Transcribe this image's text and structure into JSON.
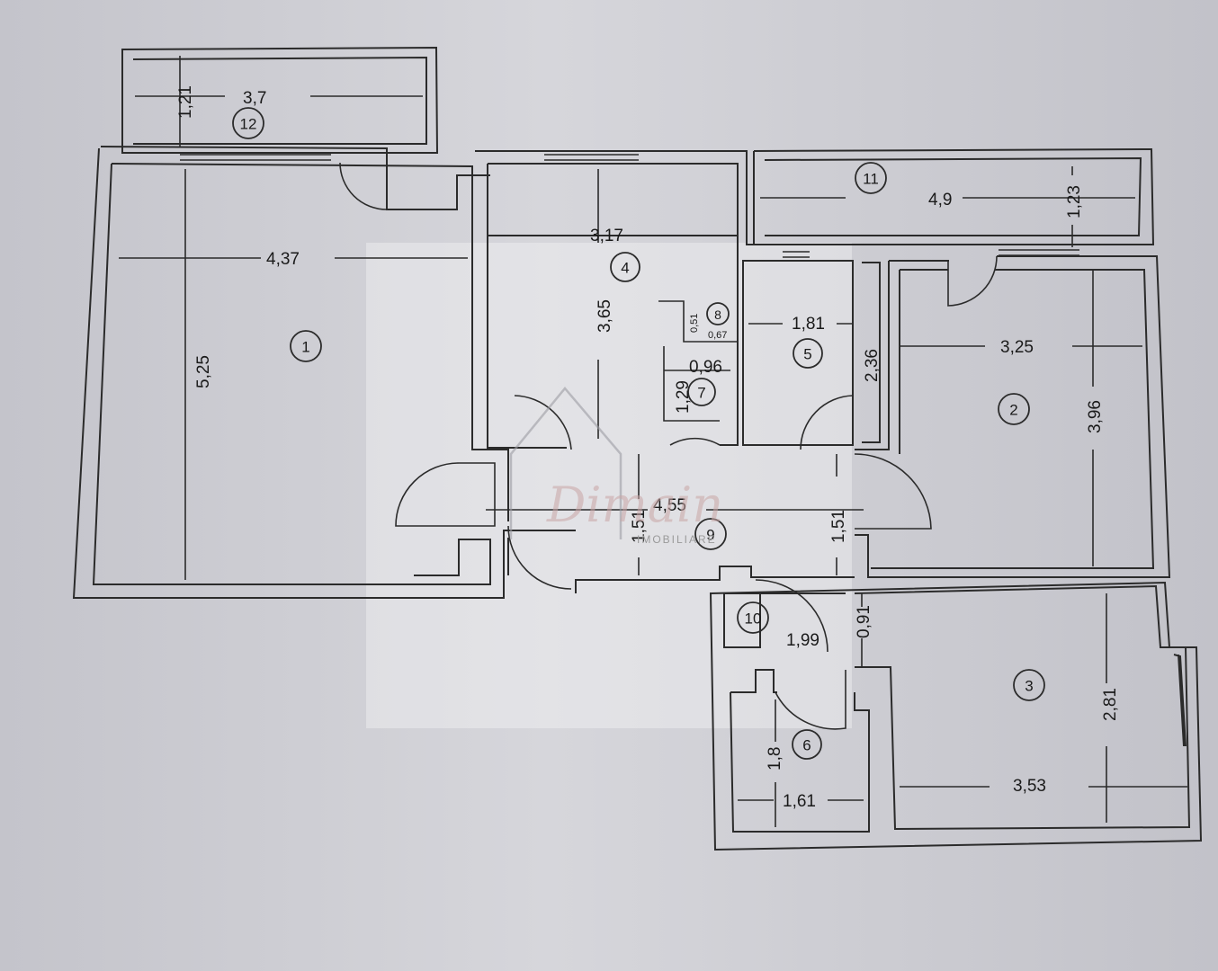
{
  "plan": {
    "rooms": [
      "1",
      "2",
      "3",
      "4",
      "5",
      "6",
      "7",
      "8",
      "9",
      "10",
      "11",
      "12"
    ],
    "dimensions": {
      "r12_height": "1,21",
      "r12_width": "3,7",
      "r1_width": "4,37",
      "r1_height": "5,25",
      "r4_width": "3,17",
      "r4_height": "3,65",
      "r8_a": "0,51",
      "r8_b": "0,67",
      "r7_width": "0,96",
      "r7_height": "1,29",
      "r5_width": "1,81",
      "r5_height": "2,36",
      "r11_width": "4,9",
      "r11_height": "1,23",
      "r2_width": "3,25",
      "r2_height": "3,96",
      "r9_width": "4,55",
      "r9_h1": "1,51",
      "r9_h2": "1,51",
      "r10_width": "1,99",
      "r10_height": "0,91",
      "r3_height": "2,81",
      "r3_width": "3,53",
      "r6_height": "1,8",
      "r6_width": "1,61"
    },
    "watermark": {
      "script": "Dimain",
      "tag": "IMOBILIARE"
    },
    "colors": {
      "paper": "#c9c9cf",
      "line": "#2b2b2b",
      "overlay": "#ffffff"
    }
  }
}
